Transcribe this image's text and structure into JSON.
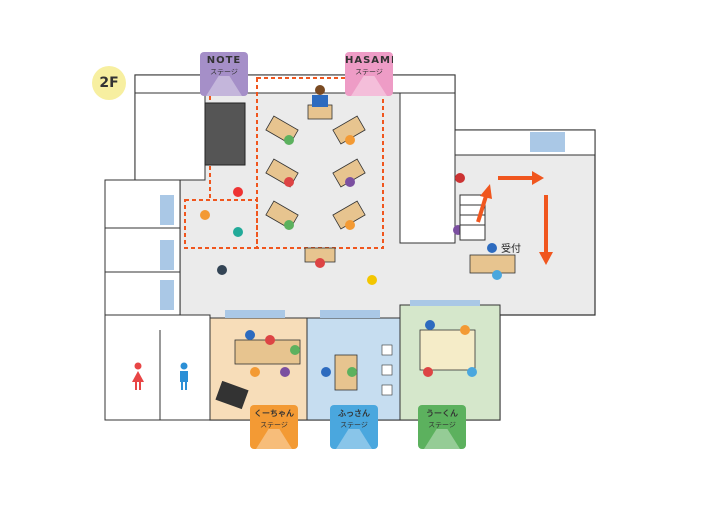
{
  "floor": "2F",
  "stages": [
    {
      "id": "note",
      "title": "NOTE",
      "subtitle": "ステージ",
      "color": "#a58fc8",
      "icon": "tablet-icon"
    },
    {
      "id": "hasami",
      "title": "HASAMI",
      "subtitle": "ステージ",
      "color": "#ee9cc6",
      "icon": "scissors-icon"
    },
    {
      "id": "kuchan",
      "title": "くーちゃん",
      "subtitle": "ステージ",
      "color": "#f39a34",
      "icon": "character-icon"
    },
    {
      "id": "fussan",
      "title": "ふっさん",
      "subtitle": "ステージ",
      "color": "#4aa7de",
      "icon": "bird-icon"
    },
    {
      "id": "ukun",
      "title": "うーくん",
      "subtitle": "ステージ",
      "color": "#5cb15e",
      "icon": "character-icon"
    }
  ],
  "reception": "受付",
  "colors": {
    "floor": "#ebebeb",
    "route": "#f0561e",
    "orange_room": "#f7ddb9",
    "blue_room": "#c6ddf0",
    "green_room": "#d5e7cb",
    "desk": "#e7c48f"
  }
}
